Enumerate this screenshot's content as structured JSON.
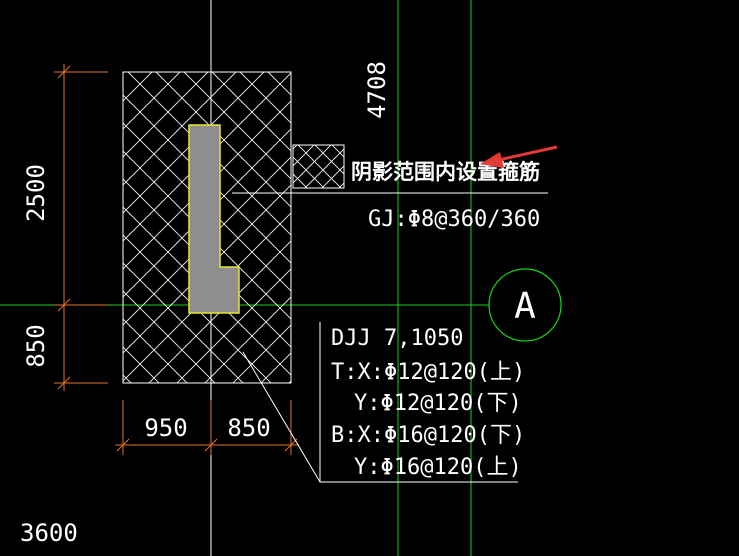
{
  "colors": {
    "background": "#000000",
    "dimension_orange": "#e2742a",
    "axis_green": "#18d418",
    "outline_white": "#ffffff",
    "column_fill": "#8e8e8e",
    "column_edge": "#e6e62e",
    "arrow_red": "#e23a35"
  },
  "dims": {
    "left_upper": "2500",
    "left_lower": "850",
    "bottom_left": "950",
    "bottom_right": "850",
    "top_vertical": "4708",
    "corner": "3600"
  },
  "legend": {
    "note": "阴影范围内设置箍筋",
    "stirrup": "GJ:Φ8@360/360"
  },
  "axis": {
    "label": "A"
  },
  "foundation_spec": {
    "title": "DJJ 7,1050",
    "lines": [
      "T:X:Φ12@120(上)",
      "Y:Φ12@120(下)",
      "B:X:Φ16@120(下)",
      "Y:Φ16@120(上)"
    ]
  }
}
